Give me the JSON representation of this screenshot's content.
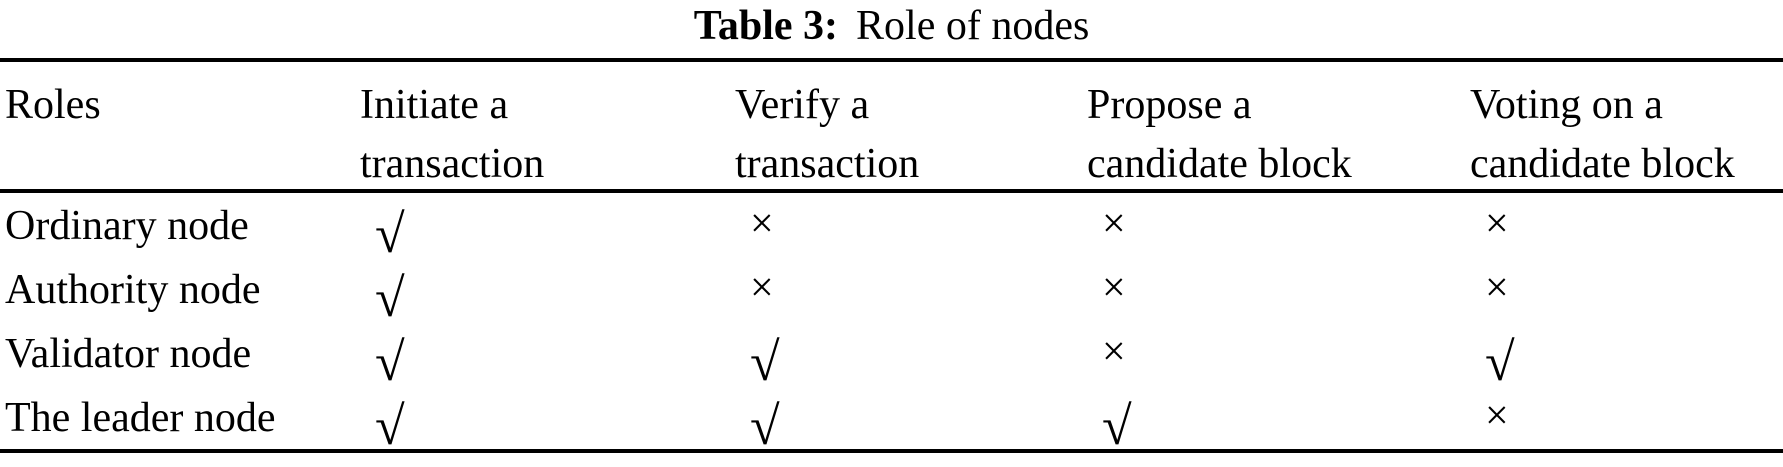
{
  "caption": {
    "label": "Table 3:",
    "title": "Role of nodes"
  },
  "table": {
    "headers": [
      {
        "line1": "Roles",
        "line2": ""
      },
      {
        "line1": "Initiate a",
        "line2": "transaction"
      },
      {
        "line1": "Verify a",
        "line2": "transaction"
      },
      {
        "line1": "Propose a",
        "line2": "candidate block"
      },
      {
        "line1": "Voting on a",
        "line2": "candidate block"
      }
    ],
    "rows": [
      {
        "role": "Ordinary node",
        "marks": [
          "√",
          "×",
          "×",
          "×"
        ]
      },
      {
        "role": "Authority node",
        "marks": [
          "√",
          "×",
          "×",
          "×"
        ]
      },
      {
        "role": "Validator node",
        "marks": [
          "√",
          "√",
          "×",
          "√"
        ]
      },
      {
        "role": "The leader node",
        "marks": [
          "√",
          "√",
          "√",
          "×"
        ]
      }
    ]
  },
  "colors": {
    "text": "#000000",
    "background": "#ffffff",
    "rule": "#000000"
  }
}
